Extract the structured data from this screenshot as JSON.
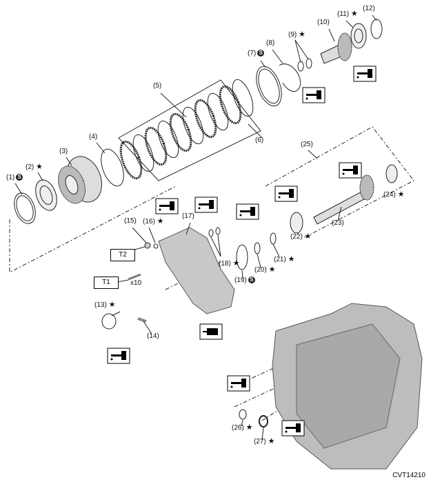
{
  "diagram_code": "CVT14210",
  "symbols": {
    "star": "★",
    "select": "S",
    "oil_icon": "oil-application-icon",
    "grease_icon": "grease-application-icon"
  },
  "parts": [
    {
      "id": "1",
      "label": "(1)",
      "mark": "select"
    },
    {
      "id": "2",
      "label": "(2)",
      "mark": "star"
    },
    {
      "id": "3",
      "label": "(3)"
    },
    {
      "id": "4",
      "label": "(4)"
    },
    {
      "id": "5",
      "label": "(5)"
    },
    {
      "id": "6",
      "label": "(6)"
    },
    {
      "id": "7",
      "label": "(7)",
      "mark": "select"
    },
    {
      "id": "8",
      "label": "(8)"
    },
    {
      "id": "9",
      "label": "(9)",
      "mark": "star"
    },
    {
      "id": "10",
      "label": "(10)"
    },
    {
      "id": "11",
      "label": "(11)",
      "mark": "star"
    },
    {
      "id": "12",
      "label": "(12)"
    },
    {
      "id": "13",
      "label": "(13)",
      "mark": "star"
    },
    {
      "id": "14",
      "label": "(14)"
    },
    {
      "id": "15",
      "label": "(15)"
    },
    {
      "id": "16",
      "label": "(16)",
      "mark": "star"
    },
    {
      "id": "17",
      "label": "(17)"
    },
    {
      "id": "18",
      "label": "(18)",
      "mark": "star"
    },
    {
      "id": "19",
      "label": "(19)",
      "mark": "select"
    },
    {
      "id": "20",
      "label": "(20)",
      "mark": "star"
    },
    {
      "id": "21",
      "label": "(21)",
      "mark": "star"
    },
    {
      "id": "22",
      "label": "(22)",
      "mark": "star"
    },
    {
      "id": "23",
      "label": "(23)"
    },
    {
      "id": "24",
      "label": "(24)",
      "mark": "star"
    },
    {
      "id": "25",
      "label": "(25)"
    },
    {
      "id": "26",
      "label": "(26)",
      "mark": "star"
    },
    {
      "id": "27",
      "label": "(27)",
      "mark": "star"
    }
  ],
  "torque": {
    "t1": "T1",
    "t2": "T2",
    "bolt_qty": "x10"
  }
}
